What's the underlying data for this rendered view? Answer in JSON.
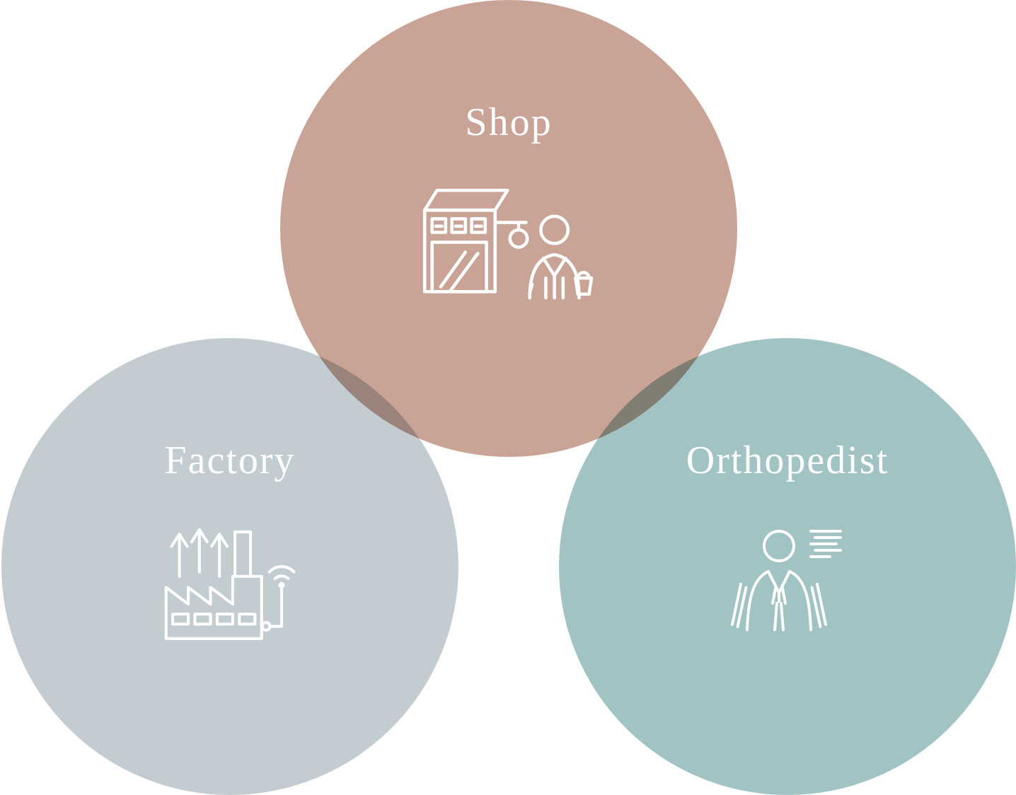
{
  "diagram": {
    "type": "venn-circles",
    "background_color": "#ffffff",
    "text_color": "#ffffff",
    "icon_stroke_color": "#ffffff",
    "circles": [
      {
        "id": "shop",
        "label": "Shop",
        "color": "#c9a496",
        "icon": "shop-icon"
      },
      {
        "id": "factory",
        "label": "Factory",
        "color": "#c3ccd0",
        "icon": "factory-icon"
      },
      {
        "id": "orthopedist",
        "label": "Orthopedist",
        "color": "#a2c3c3",
        "icon": "orthopedist-icon"
      }
    ]
  }
}
